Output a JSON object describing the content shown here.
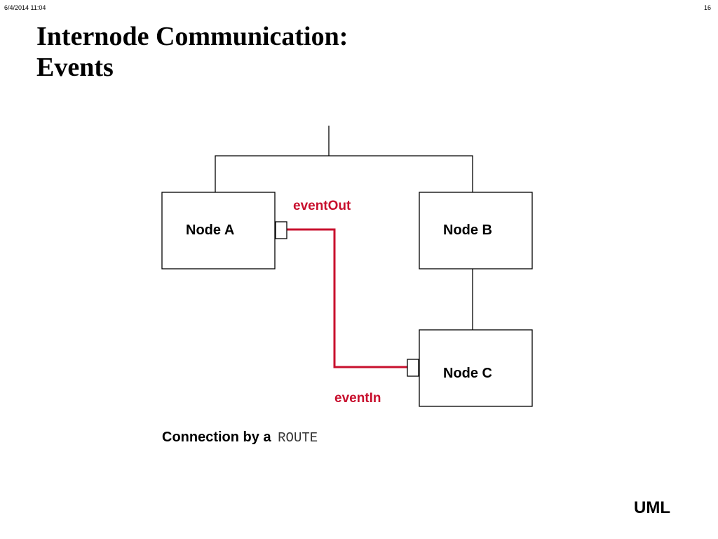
{
  "header": {
    "datetime": "6/4/2014  11:04",
    "page_number": "16"
  },
  "title": {
    "line1": "Internode Communication:",
    "line2": "Events"
  },
  "diagram": {
    "nodes": {
      "a": "Node A",
      "b": "Node B",
      "c": "Node C"
    },
    "event_out": "eventOut",
    "event_in": "eventIn",
    "route_color": "#c8102e"
  },
  "caption": {
    "text": "Connection by a",
    "code": "ROUTE"
  },
  "footer": {
    "tag": "UML"
  }
}
